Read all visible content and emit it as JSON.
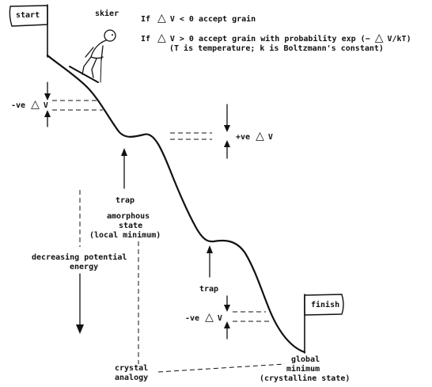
{
  "flags": {
    "start": "start",
    "finish": "finish"
  },
  "skier_label": "skier",
  "rules": {
    "rule1_prefix": "If",
    "rule1_delta": "△",
    "rule1_rest": "V < 0 accept grain",
    "rule2_prefix": "If",
    "rule2_delta": "△",
    "rule2_rest": "V > 0 accept grain with probability exp (−",
    "rule2_delta2": "△",
    "rule2_end": "V/kT)",
    "rule2_note": "(T is temperature; k is Boltzmann's constant)"
  },
  "deltas": {
    "neg_v_top": {
      "prefix": "-ve",
      "delta": "△",
      "suffix": "V"
    },
    "pos_v": {
      "prefix": "+ve",
      "delta": "△",
      "suffix": "V"
    },
    "neg_v_bottom": {
      "prefix": "-ve",
      "delta": "△",
      "suffix": "V"
    }
  },
  "trap_labels": {
    "trap1": "trap",
    "trap2": "trap"
  },
  "amorphous": {
    "line1": "amorphous",
    "line2": "state",
    "line3": "(local minimum)"
  },
  "energy": {
    "line1": "decreasing potential",
    "line2": "energy"
  },
  "crystal": {
    "line1": "crystal",
    "line2": "analogy"
  },
  "global_min": {
    "line1": "global",
    "line2": "minimum",
    "line3": "(crystalline state)"
  }
}
